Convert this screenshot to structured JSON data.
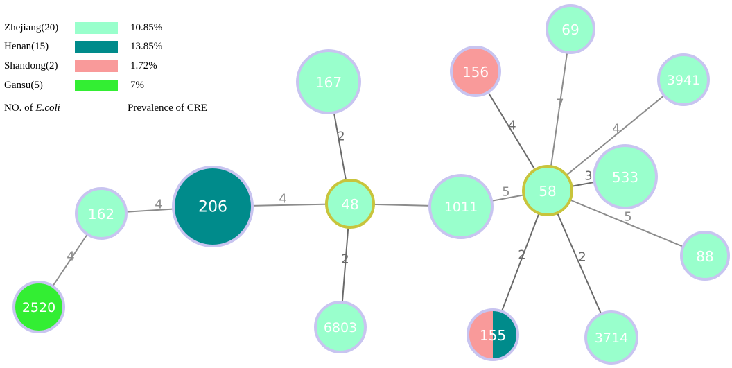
{
  "colors": {
    "zhejiang": "#99ffcc",
    "henan": "#008b8b",
    "shandong": "#f99a9a",
    "gansu": "#33ee33",
    "node_border": "#c8c4f0",
    "hub_border": "#c8c43c",
    "edge": "#8c8c8c",
    "edge_dark": "#6a6a6a",
    "edge_label": "#8c8c8c"
  },
  "legend": {
    "rows": [
      {
        "name": "Zhejiang(20)",
        "color": "#99ffcc",
        "value": "10.85%"
      },
      {
        "name": "Henan(15)",
        "color": "#008b8b",
        "value": "13.85%"
      },
      {
        "name": "Shandong(2)",
        "color": "#f99a9a",
        "value": "1.72%"
      },
      {
        "name": "Gansu(5)",
        "color": "#33ee33",
        "value": "7%"
      }
    ],
    "footer_left_prefix": "NO. of ",
    "footer_left_italic": "E.coli",
    "footer_right": "Prevalence of  CRE"
  },
  "diagram": {
    "nodes": [
      {
        "id": "206",
        "label": "206",
        "size": "large",
        "fill": "henan",
        "ring": "node_border"
      },
      {
        "id": "162",
        "label": "162",
        "size": "small",
        "fill": "zhejiang",
        "ring": "node_border"
      },
      {
        "id": "2520",
        "label": "2520",
        "size": "small",
        "fill": "gansu",
        "ring": "node_border"
      },
      {
        "id": "48",
        "label": "48",
        "size": "small",
        "fill": "zhejiang",
        "ring": "hub_border"
      },
      {
        "id": "167",
        "label": "167",
        "size": "medium",
        "fill": "zhejiang",
        "ring": "node_border"
      },
      {
        "id": "6803",
        "label": "6803",
        "size": "small",
        "fill": "zhejiang",
        "ring": "node_border"
      },
      {
        "id": "1011",
        "label": "1011",
        "size": "medium",
        "fill": "zhejiang",
        "ring": "node_border"
      },
      {
        "id": "58",
        "label": "58",
        "size": "small",
        "fill": "zhejiang",
        "ring": "hub_border"
      },
      {
        "id": "156",
        "label": "156",
        "size": "small",
        "fill": "shandong",
        "ring": "node_border"
      },
      {
        "id": "69",
        "label": "69",
        "size": "small",
        "fill": "zhejiang",
        "ring": "node_border"
      },
      {
        "id": "3941",
        "label": "3941",
        "size": "small",
        "fill": "zhejiang",
        "ring": "node_border"
      },
      {
        "id": "533",
        "label": "533",
        "size": "medium",
        "fill": "zhejiang",
        "ring": "node_border"
      },
      {
        "id": "88",
        "label": "88",
        "size": "small",
        "fill": "zhejiang",
        "ring": "node_border"
      },
      {
        "id": "3714",
        "label": "3714",
        "size": "small",
        "fill": "zhejiang",
        "ring": "node_border"
      },
      {
        "id": "155",
        "label": "155",
        "size": "small",
        "fill": "split",
        "split": [
          "shandong",
          "henan"
        ],
        "ring": "node_border"
      }
    ],
    "edges": [
      {
        "from": "2520",
        "to": "162",
        "label": "4",
        "dark": false
      },
      {
        "from": "162",
        "to": "206",
        "label": "4",
        "dark": false
      },
      {
        "from": "206",
        "to": "48",
        "label": "4",
        "dark": false
      },
      {
        "from": "48",
        "to": "167",
        "label": "2",
        "dark": true
      },
      {
        "from": "48",
        "to": "6803",
        "label": "2",
        "dark": true
      },
      {
        "from": "48",
        "to": "1011",
        "label": "",
        "dark": false
      },
      {
        "from": "1011",
        "to": "58",
        "label": "5",
        "dark": false
      },
      {
        "from": "58",
        "to": "156",
        "label": "4",
        "dark": true
      },
      {
        "from": "58",
        "to": "69",
        "label": "7",
        "dark": false
      },
      {
        "from": "58",
        "to": "3941",
        "label": "4",
        "dark": false
      },
      {
        "from": "58",
        "to": "533",
        "label": "3",
        "dark": true
      },
      {
        "from": "58",
        "to": "88",
        "label": "5",
        "dark": false
      },
      {
        "from": "58",
        "to": "3714",
        "label": "2",
        "dark": true
      },
      {
        "from": "58",
        "to": "155",
        "label": "2",
        "dark": true
      }
    ]
  }
}
